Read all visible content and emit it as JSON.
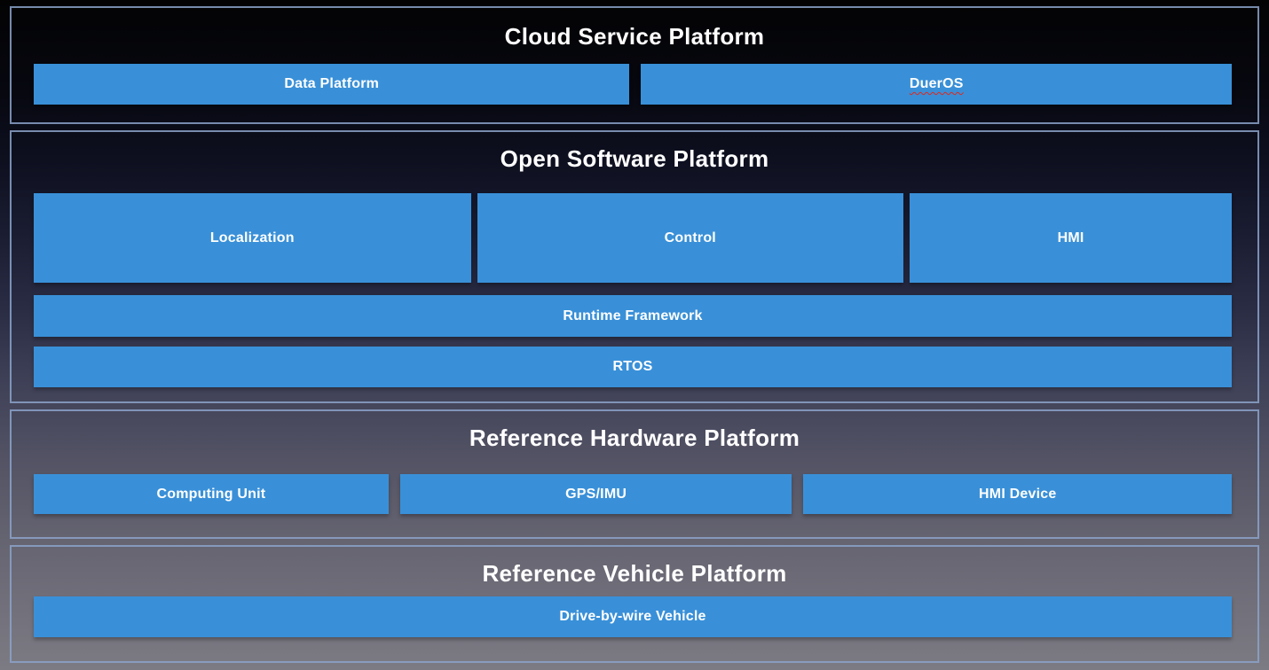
{
  "colors": {
    "box_blue": "#3990d8",
    "section_border": "#8ba2c9",
    "title_text": "#ffffff",
    "box_text": "#ffffff",
    "spellcheck_underline_red": "#e0271c",
    "background_top": "#030304",
    "background_bottom": "#7c7b83"
  },
  "cloud": {
    "title": "Cloud Service Platform",
    "data_platform": "Data Platform",
    "dueros": "DuerOS"
  },
  "software": {
    "title": "Open Software Platform",
    "localization": "Localization",
    "control": "Control",
    "hmi": "HMI",
    "runtime_framework": "Runtime Framework",
    "rtos": "RTOS"
  },
  "hardware": {
    "title": "Reference Hardware Platform",
    "computing_unit": "Computing Unit",
    "gps_imu": "GPS/IMU",
    "hmi_device": "HMI Device"
  },
  "vehicle": {
    "title": "Reference Vehicle Platform",
    "drive_by_wire": "Drive-by-wire Vehicle"
  }
}
